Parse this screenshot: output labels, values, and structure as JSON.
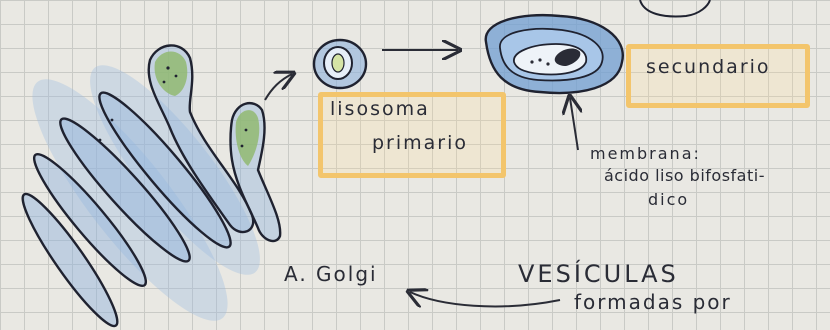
{
  "labels": {
    "lisosoma_line1": "lisosoma",
    "lisosoma_line2": "primario",
    "secundario": "secundario",
    "membrana_line1": "membrana:",
    "membrana_line2": "ácido liso bifosfati-",
    "membrana_line3": "dico",
    "golgi": "A. Golgi",
    "vesiculas": "VESÍCULAS",
    "formadas": "formadas por"
  },
  "colors": {
    "ink": "#2a2c36",
    "blue_fill": "#7aa6d6",
    "green_fill": "#8fb86a",
    "highlight": "#f3c56c",
    "paper": "#e9e8e3"
  }
}
